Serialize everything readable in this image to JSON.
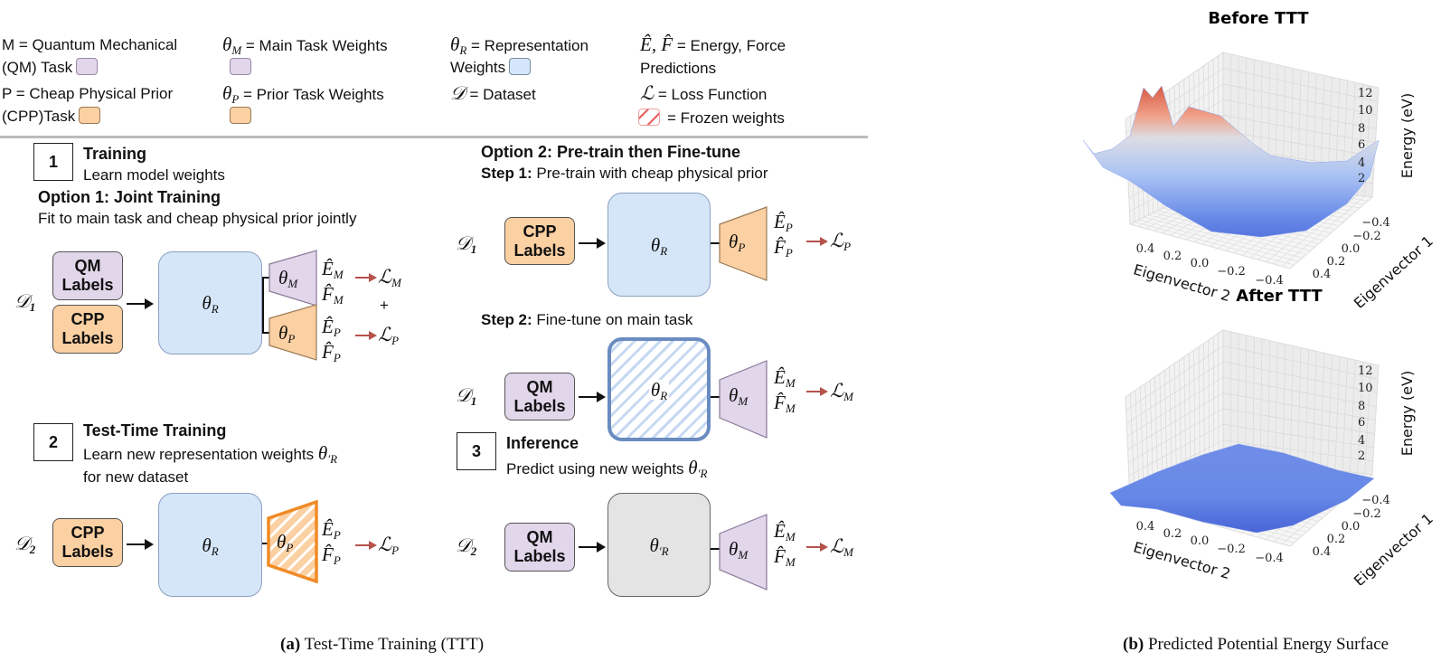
{
  "legend": {
    "qm_line1": "M = Quantum Mechanical",
    "qm_line2": "(QM) Task",
    "cpp_line1": "P = Cheap Physical Prior",
    "cpp_line2": "(CPP)Task",
    "theta_m": "= Main Task Weights",
    "theta_p": "= Prior Task Weights",
    "theta_r_line1": "= Representation",
    "theta_r_line2": "Weights",
    "dataset": "= Dataset",
    "ef_line1": "= Energy, Force",
    "ef_line2": "Predictions",
    "loss": "= Loss Function",
    "frozen": "= Frozen weights"
  },
  "math": {
    "theta": "θ",
    "M": "M",
    "P": "P",
    "R": "R",
    "D": "𝒟",
    "L": "ℒ",
    "E": "Ê",
    "F": "F̂",
    "Rp": "′R",
    "one": "1",
    "two": "2",
    "plus": "+"
  },
  "section1": {
    "num": "1",
    "title": "Training",
    "subtitle": "Learn model weights",
    "option1_title": "Option 1: Joint Training",
    "option1_desc": "Fit to main task and cheap physical prior jointly"
  },
  "section2": {
    "num": "2",
    "title": "Test-Time Training",
    "line1": "Learn new representation weights",
    "line2": "for new dataset"
  },
  "option2": {
    "title": "Option 2: Pre-train then Fine-tune",
    "step1_label": "Step 1:",
    "step1_text": "Pre-train with cheap physical prior",
    "step2_label": "Step 2:",
    "step2_text": "Fine-tune on main task"
  },
  "section3": {
    "num": "3",
    "title": "Inference",
    "line1": "Predict using new weights"
  },
  "labels": {
    "qm": "QM Labels",
    "cpp": "CPP Labels",
    "qm1": "QM",
    "cpp1": "CPP",
    "l2": "Labels"
  },
  "captions": {
    "a_label": "(a)",
    "a_text": "Test-Time Training (TTT)",
    "b_label": "(b)",
    "b_text": "Predicted Potential Energy Surface"
  },
  "plots": [
    {
      "title": "Before TTT",
      "zlabel": "Energy (eV)",
      "xlabel": "Eigenvector 2",
      "ylabel": "Eigenvector 1",
      "zticks": [
        "12",
        "10",
        "8",
        "6",
        "4",
        "2"
      ],
      "xticks": [
        "0.4",
        "0.2",
        "0.0",
        "−0.2",
        "−0.4"
      ],
      "yticks": [
        "−0.4",
        "−0.2",
        "0.0",
        "0.2",
        "0.4"
      ]
    },
    {
      "title": "After TTT",
      "zlabel": "Energy (eV)",
      "xlabel": "Eigenvector 2",
      "ylabel": "Eigenvector 1",
      "zticks": [
        "12",
        "10",
        "8",
        "6",
        "4",
        "2"
      ],
      "xticks": [
        "0.4",
        "0.2",
        "0.0",
        "−0.2",
        "−0.4"
      ],
      "yticks": [
        "−0.4",
        "−0.2",
        "0.0",
        "0.2",
        "0.4"
      ]
    }
  ],
  "colors": {
    "qm": "#e2d6ea",
    "cpp": "#fbd0a2",
    "rep": "#d4e6fb",
    "frozen": "#e86060",
    "loss_arrow": "#b5524a",
    "surface_high": "#d9553f",
    "surface_low": "#4a6fe0"
  }
}
